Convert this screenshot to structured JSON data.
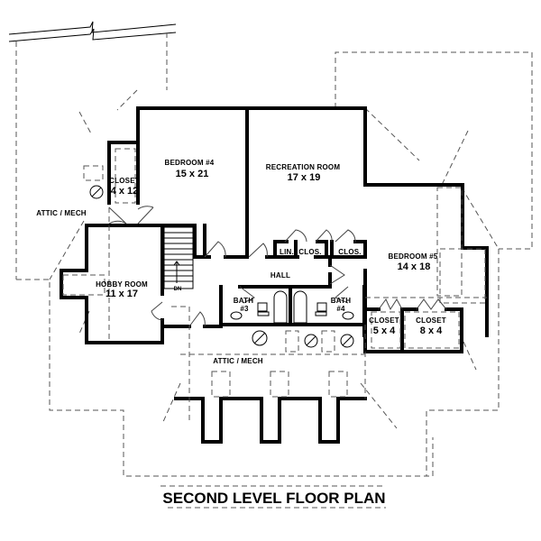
{
  "plan": {
    "title": "SECOND LEVEL FLOOR PLAN"
  },
  "rooms": {
    "bedroom4": {
      "name": "BEDROOM #4",
      "dims": "15 x 21"
    },
    "recreation": {
      "name": "RECREATION ROOM",
      "dims": "17 x 19"
    },
    "bedroom5": {
      "name": "BEDROOM #5",
      "dims": "14 x 18"
    },
    "hobby": {
      "name": "HOBBY ROOM",
      "dims": "11 x 17"
    },
    "closet_left": {
      "name": "CLOSET",
      "dims": "4 x 12"
    },
    "closet_5x4": {
      "name": "CLOSET",
      "dims": "5 x 4"
    },
    "closet_8x4": {
      "name": "CLOSET",
      "dims": "8 x 4"
    },
    "bath3": {
      "name": "BATH",
      "num": "#3"
    },
    "bath4": {
      "name": "BATH",
      "num": "#4"
    },
    "hall": {
      "name": "HALL"
    },
    "linen": {
      "name": "LIN."
    },
    "clos1": {
      "name": "CLOS."
    },
    "clos2": {
      "name": "CLOS."
    },
    "attic_left": {
      "name": "ATTIC / MECH"
    },
    "attic_bottom": {
      "name": "ATTIC / MECH"
    },
    "stair_dir": {
      "name": "DN"
    }
  }
}
